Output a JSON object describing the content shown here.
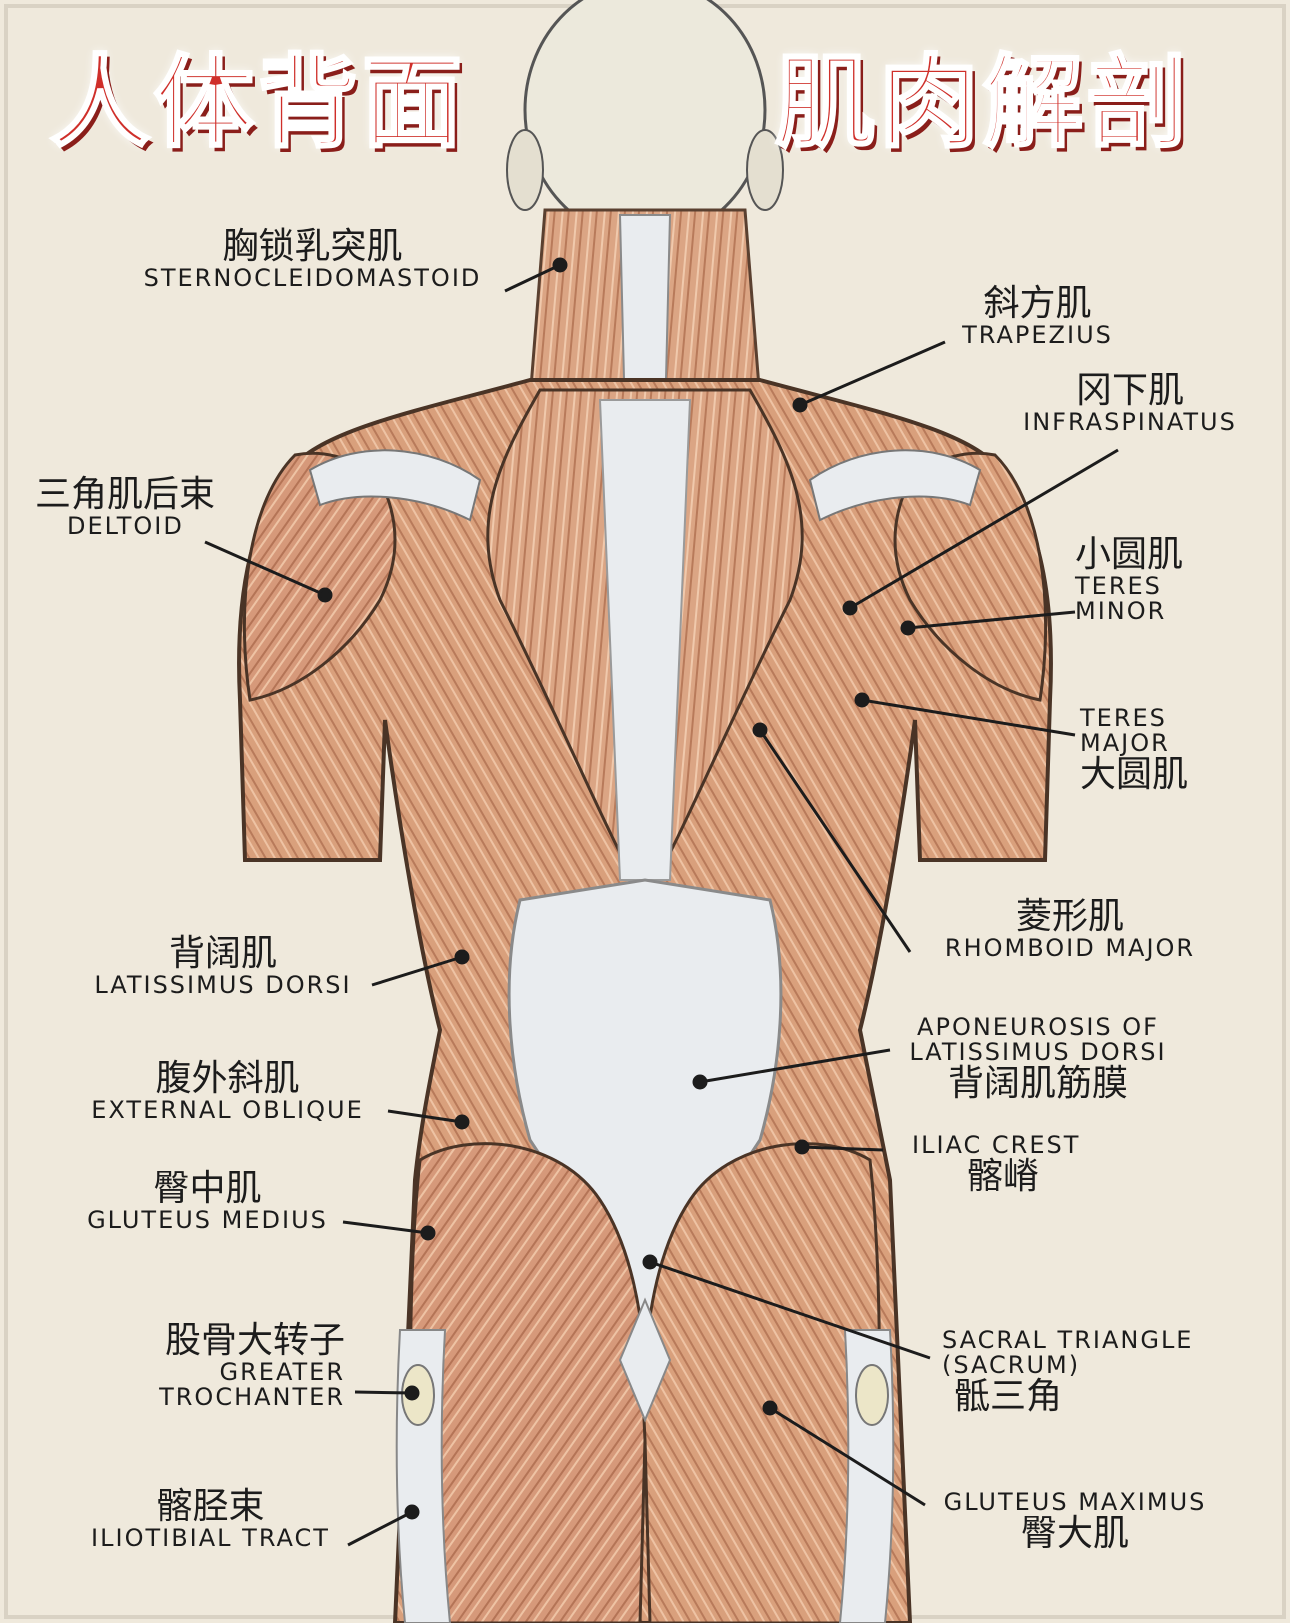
{
  "title": {
    "left": "人体背面",
    "right": "肌肉解剖"
  },
  "colors": {
    "muscle": "#d9a07c",
    "muscle_dark": "#a8684a",
    "tendon": "#e9ecef",
    "background": "#efe9dc",
    "title_red": "#cf2f2a"
  },
  "labels": {
    "sternocleidomastoid": {
      "cn": "胸锁乳突肌",
      "en": "STERNOCLEIDOMASTOID"
    },
    "trapezius": {
      "cn": "斜方肌",
      "en": "TRAPEZIUS"
    },
    "infraspinatus": {
      "cn": "冈下肌",
      "en": "INFRASPINATUS"
    },
    "deltoid": {
      "cn": "三角肌后束",
      "en": "DELTOID"
    },
    "teres_minor": {
      "cn": "小圆肌",
      "en1": "TERES",
      "en2": "MINOR"
    },
    "teres_major": {
      "en1": "TERES",
      "en2": "MAJOR",
      "cn": "大圆肌"
    },
    "rhomboid_major": {
      "cn": "菱形肌",
      "en": "RHOMBOID MAJOR"
    },
    "latissimus_dorsi": {
      "cn": "背阔肌",
      "en": "LATISSIMUS DORSI"
    },
    "aponeurosis": {
      "en1": "APONEUROSIS OF",
      "en2": "LATISSIMUS DORSI",
      "cn": "背阔肌筋膜"
    },
    "external_oblique": {
      "cn": "腹外斜肌",
      "en": "EXTERNAL OBLIQUE"
    },
    "iliac_crest": {
      "en": "ILIAC CREST",
      "cn": "髂嵴"
    },
    "gluteus_medius": {
      "cn": "臀中肌",
      "en": "GLUTEUS MEDIUS"
    },
    "greater_trochanter": {
      "cn": "股骨大转子",
      "en1": "GREATER",
      "en2": "TROCHANTER"
    },
    "sacral_triangle": {
      "en1": "SACRAL TRIANGLE",
      "en2": "(SACRUM)",
      "cn": "骶三角"
    },
    "iliotibial_tract": {
      "cn": "髂胫束",
      "en": "ILIOTIBIAL TRACT"
    },
    "gluteus_maximus": {
      "en": "GLUTEUS MAXIMUS",
      "cn": "臀大肌"
    }
  }
}
